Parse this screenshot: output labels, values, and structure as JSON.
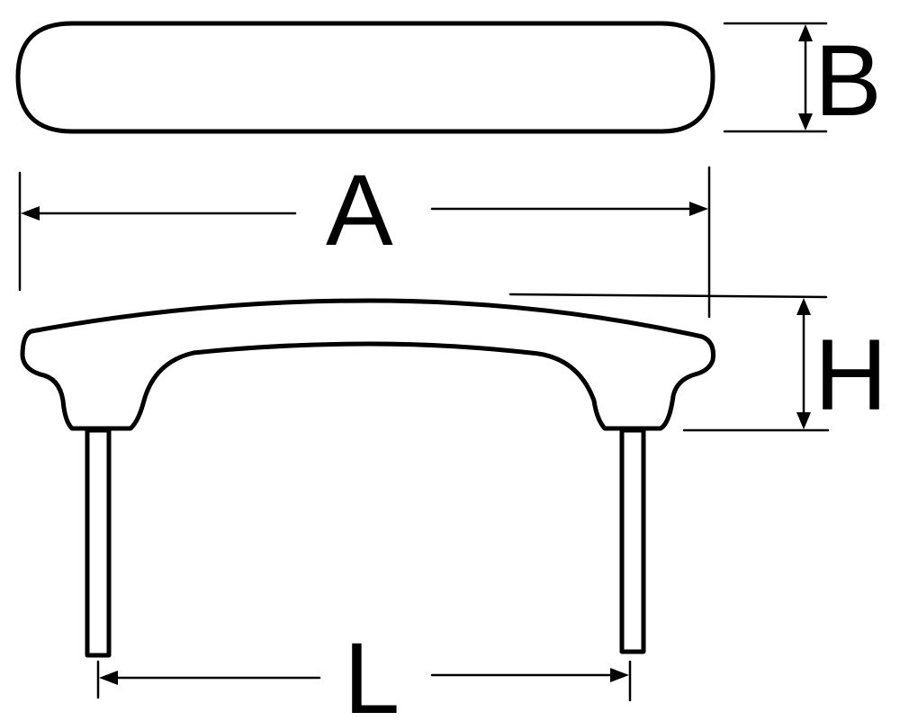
{
  "diagram": {
    "labels": {
      "width": "A",
      "depth": "B",
      "height": "H",
      "leg_spacing": "L"
    }
  }
}
